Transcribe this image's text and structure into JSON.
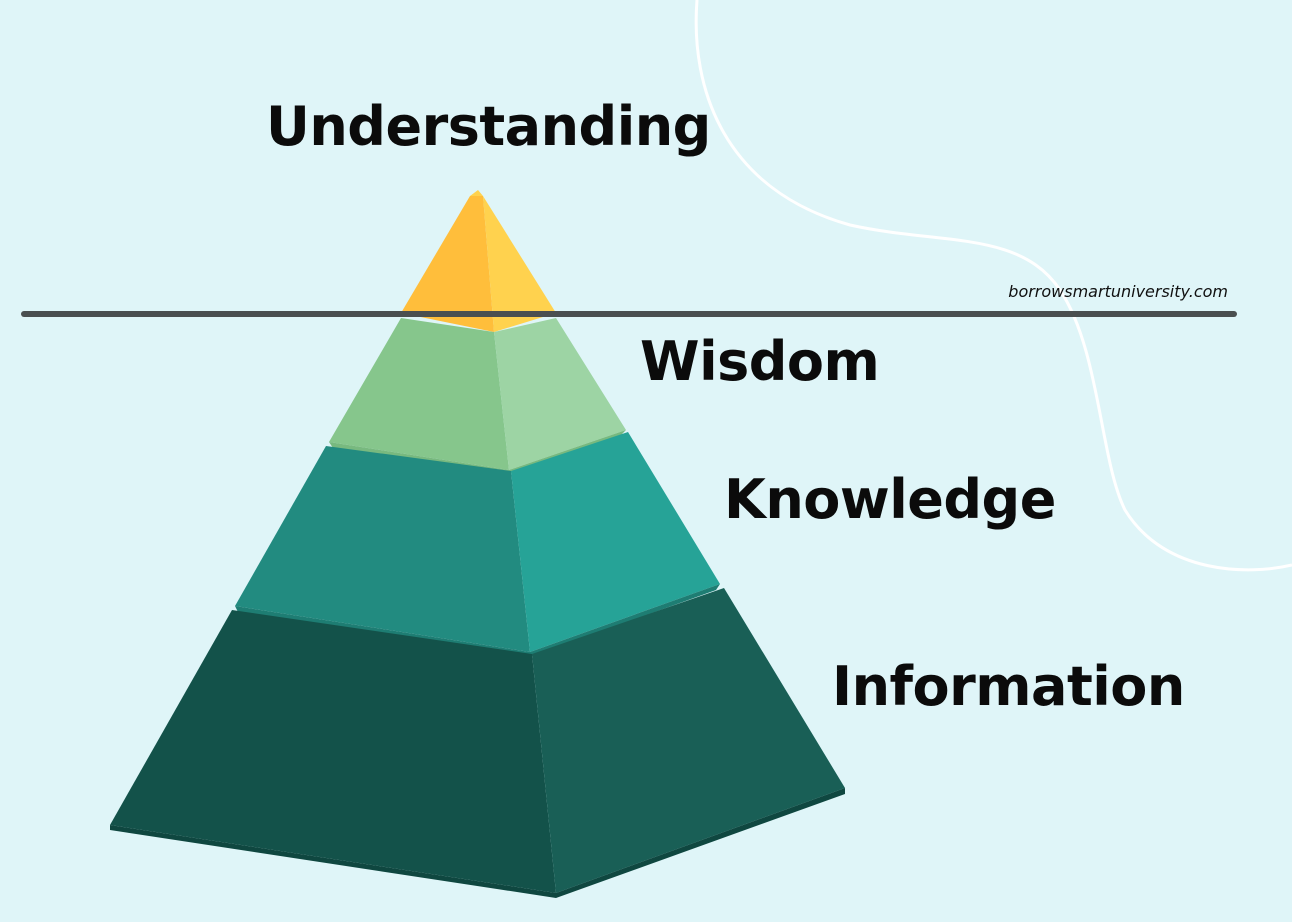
{
  "diagram": {
    "labels": {
      "understanding": "Understanding",
      "wisdom": "Wisdom",
      "knowledge": "Knowledge",
      "information": "Information"
    },
    "website": "borrowsmartuniversity.com",
    "colors": {
      "background": "#dff5f8",
      "divider": "#4a4f50",
      "curve": "#ffffff",
      "apex": "#ffbf3c",
      "wisdom": "#88c78e",
      "knowledge": "#21897d",
      "information": "#135248"
    }
  }
}
